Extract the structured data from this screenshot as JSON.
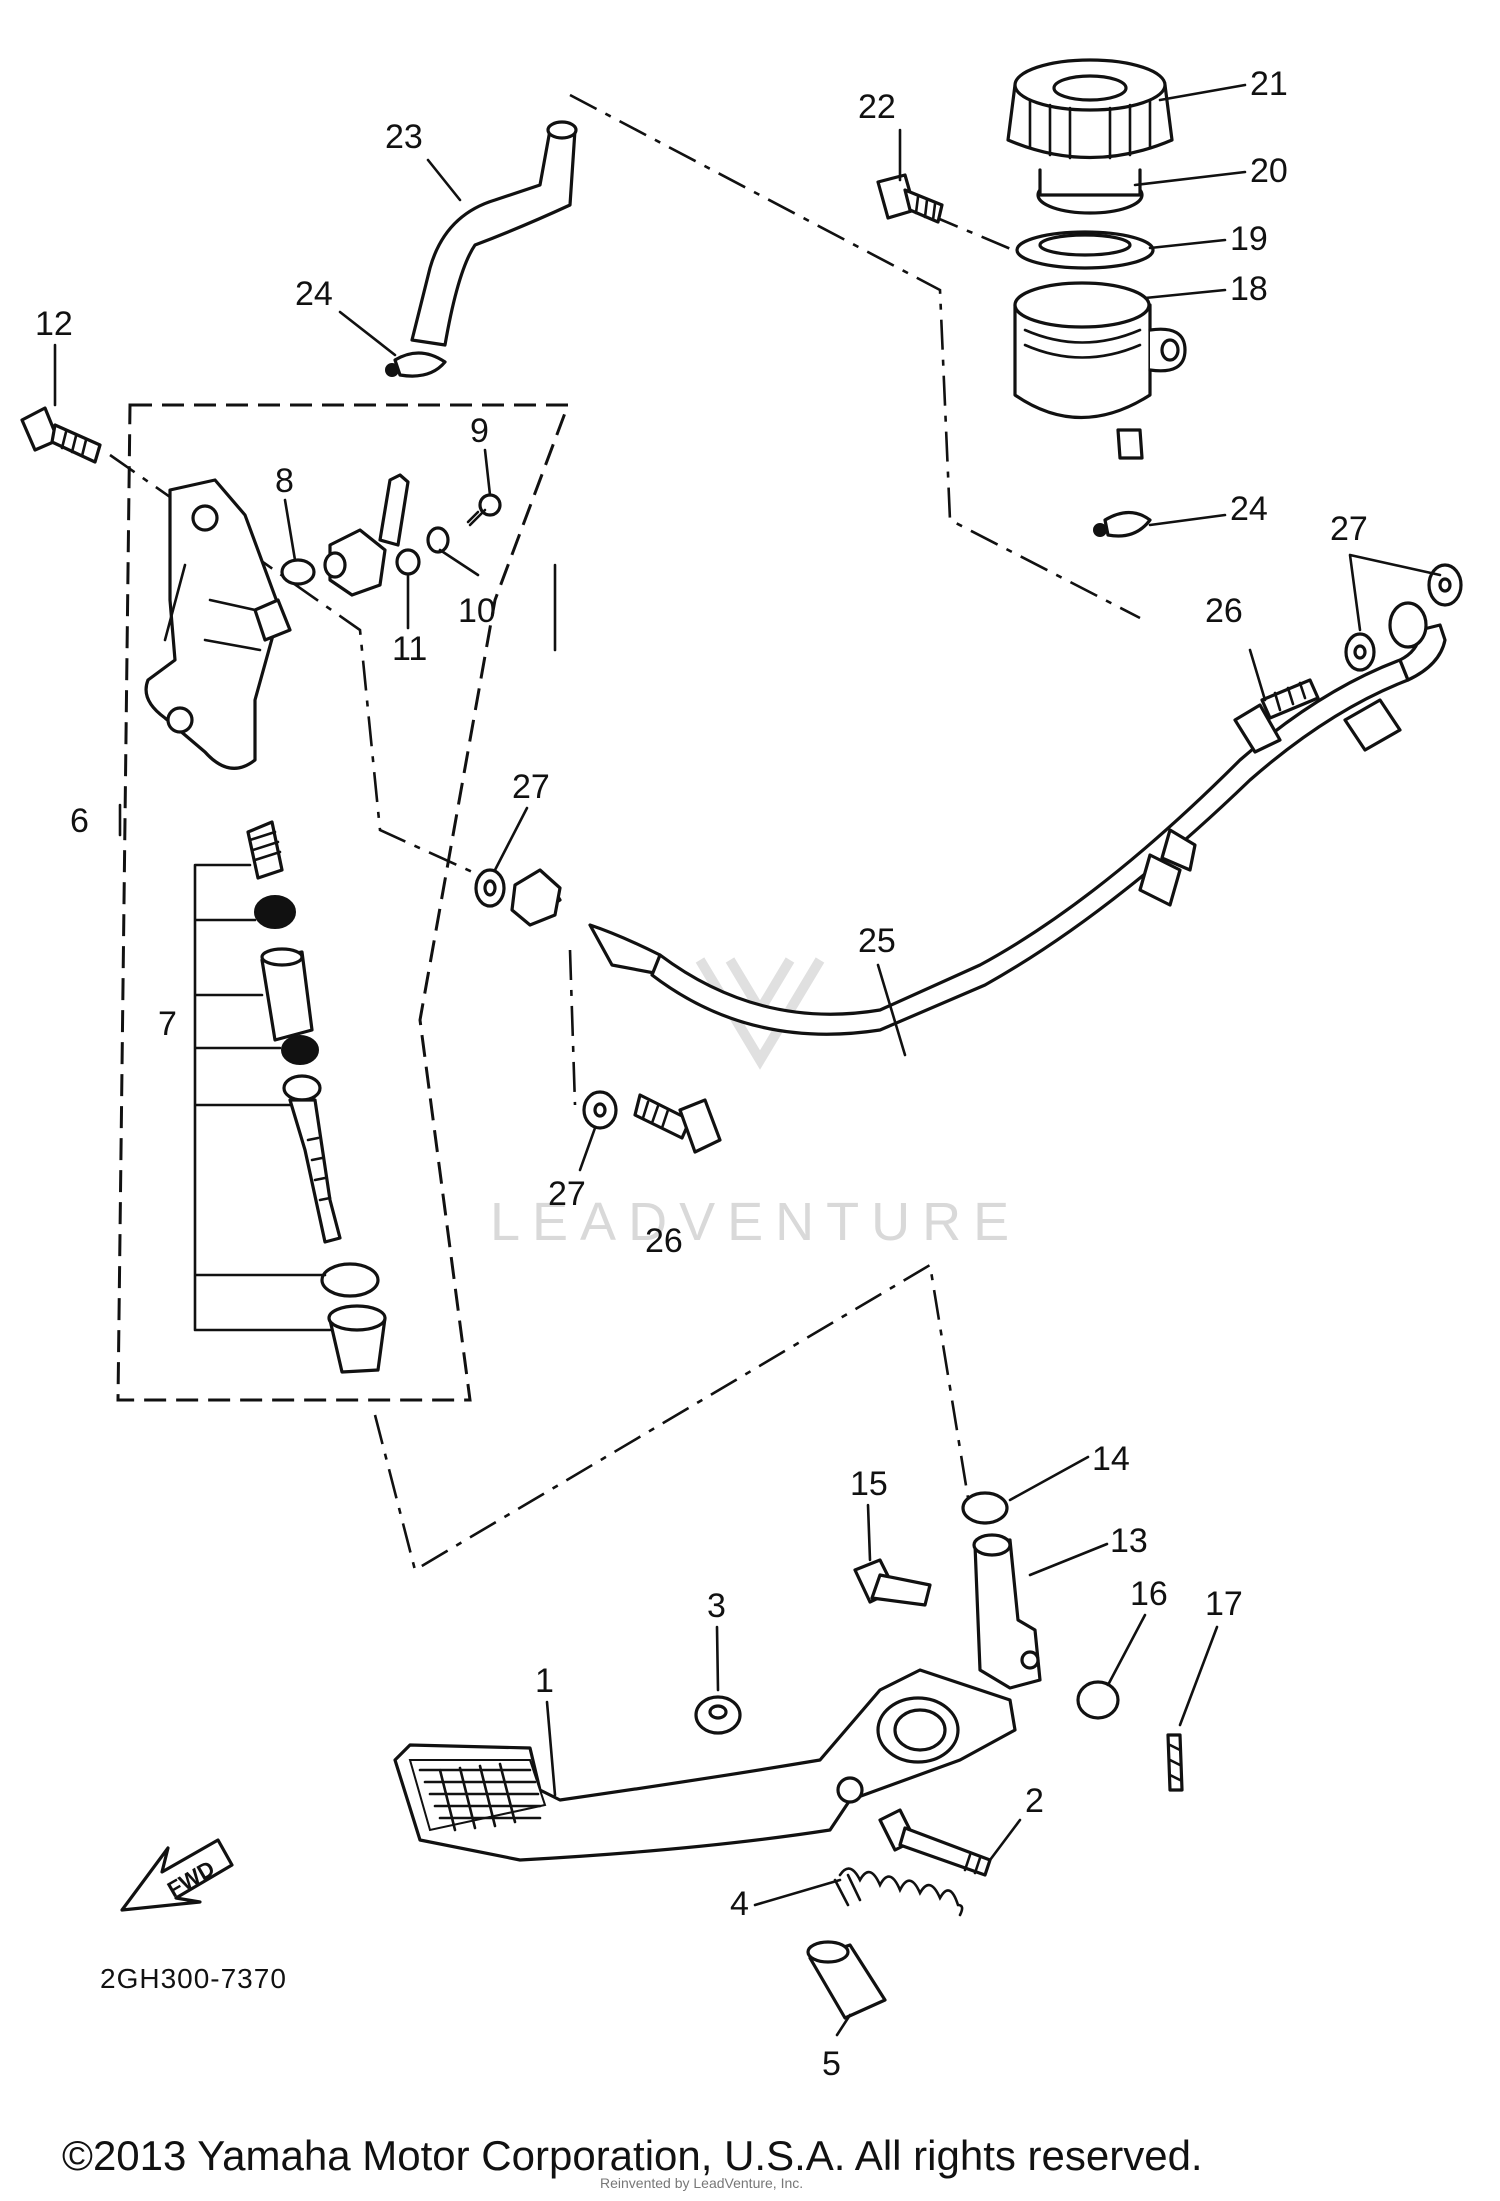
{
  "diagram": {
    "part_labels": {
      "p1": "1",
      "p2": "2",
      "p3": "3",
      "p4": "4",
      "p5": "5",
      "p6": "6",
      "p7": "7",
      "p8": "8",
      "p9": "9",
      "p10": "10",
      "p11": "11",
      "p12": "12",
      "p13": "13",
      "p14": "14",
      "p15": "15",
      "p16": "16",
      "p17": "17",
      "p18": "18",
      "p19": "19",
      "p20": "20",
      "p21": "21",
      "p22": "22",
      "p23": "23",
      "p24a": "24",
      "p24b": "24",
      "p25": "25",
      "p26a": "26",
      "p26b": "26",
      "p27a": "27",
      "p27b": "27",
      "p27c": "27"
    },
    "diagram_code": "2GH300-7370",
    "direction_arrow": "FWD",
    "watermark": "LEADVENTURE",
    "footer": {
      "copyright": "©2013 Yamaha Motor Corporation, U.S.A. All rights reserved.",
      "overlay": "Reinvented by LeadVenture, Inc."
    },
    "colors": {
      "ink": "#111111",
      "watermark": "#d9d9d9",
      "background": "#ffffff"
    }
  }
}
